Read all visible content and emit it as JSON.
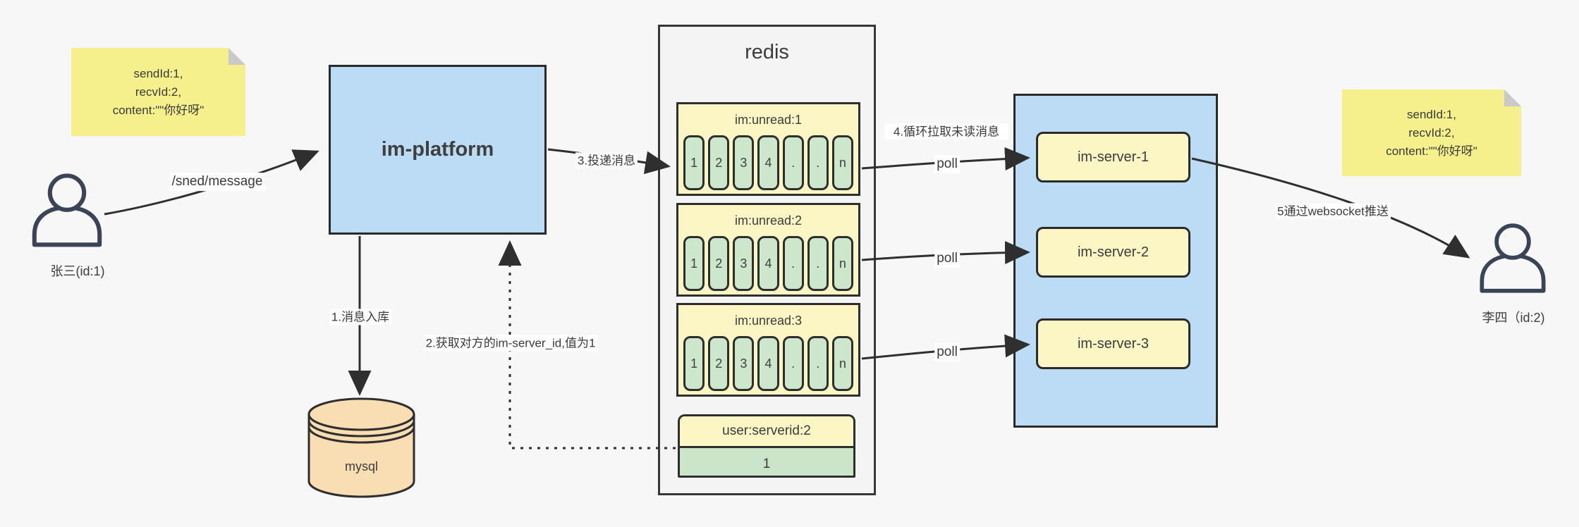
{
  "diagram": {
    "notes": {
      "left": {
        "lines": [
          "sendId:1,",
          "recvId:2,",
          "content:\"\"你好呀\""
        ]
      },
      "right": {
        "lines": [
          "sendId:1,",
          "recvId:2,",
          "content:\"\"你好呀\""
        ]
      }
    },
    "actors": {
      "sender": "张三(id:1)",
      "receiver": "李四（id:2)"
    },
    "platform": "im-platform",
    "database": "mysql",
    "redis": {
      "title": "redis",
      "queues": [
        {
          "name": "im:unread:1",
          "cells": [
            "1",
            "2",
            "3",
            "4",
            ".",
            ".",
            "n"
          ]
        },
        {
          "name": "im:unread:2",
          "cells": [
            "1",
            "2",
            "3",
            "4",
            ".",
            ".",
            "n"
          ]
        },
        {
          "name": "im:unread:3",
          "cells": [
            "1",
            "2",
            "3",
            "4",
            ".",
            ".",
            "n"
          ]
        }
      ],
      "mapping": {
        "key": "user:serverid:2",
        "value": "1"
      }
    },
    "servers": [
      "im-server-1",
      "im-server-2",
      "im-server-3"
    ],
    "labels": {
      "send_path": "/sned/message",
      "step1": "1.消息入库",
      "step2": "2.获取对方的im-server_id,值为1",
      "step3": "3.投递消息",
      "step4": "4.循环拉取未读消息",
      "step5": "5通过websocket推送",
      "poll": "poll"
    },
    "colors": {
      "note_yellow": "#f5f08c",
      "header_yellow": "#fcf6c5",
      "cell_green": "#cde7cc",
      "container_blue": "#bcdcf5",
      "db_orange": "#fadeb3",
      "line_dark": "#2f2f2f"
    }
  }
}
